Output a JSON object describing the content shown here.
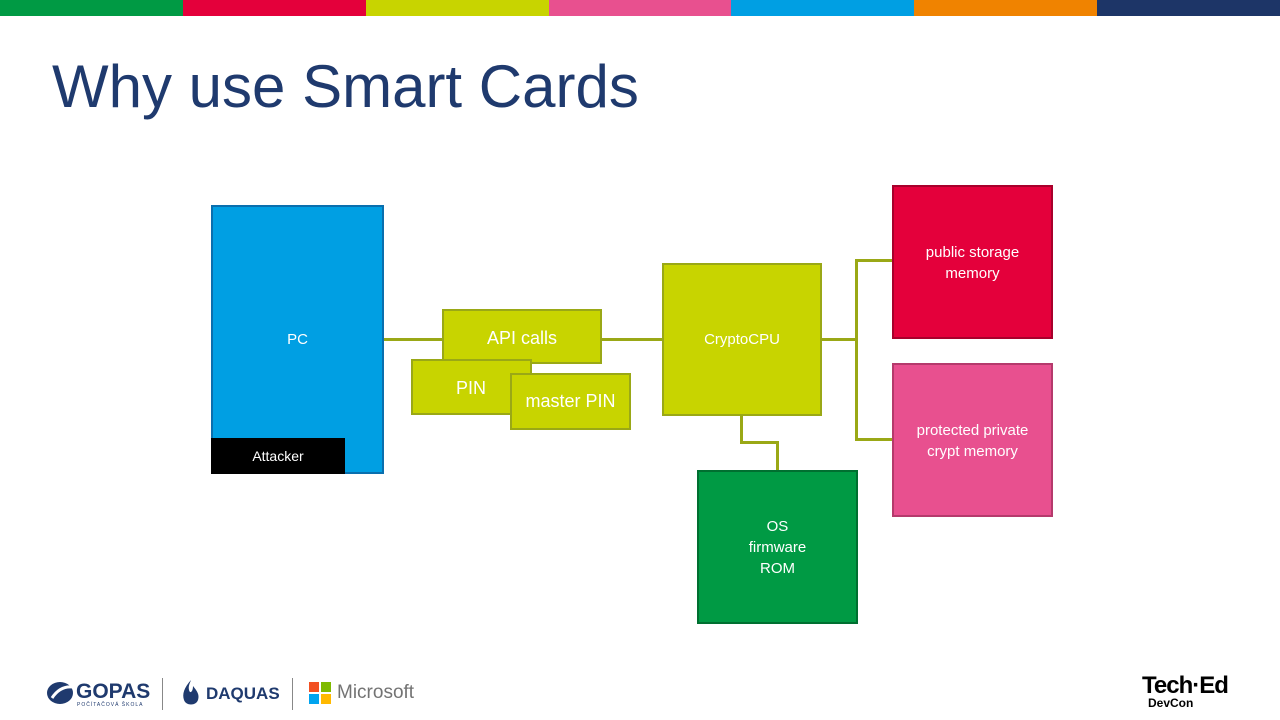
{
  "slide": {
    "title": "Why use Smart Cards",
    "bar_colors": [
      "#009a44",
      "#e4003b",
      "#c8d400",
      "#e8508f",
      "#009fe3",
      "#f08300",
      "#1d3567"
    ]
  },
  "diagram": {
    "pc": {
      "label": "PC",
      "color": "#009fe3"
    },
    "attacker": {
      "label": "Attacker",
      "color": "#000000"
    },
    "api_calls": {
      "label": "API calls",
      "color": "#c8d400"
    },
    "pin": {
      "label": "PIN",
      "color": "#c8d400"
    },
    "master_pin": {
      "label": "master PIN",
      "color": "#c8d400"
    },
    "cryptocpu": {
      "label": "CryptoCPU",
      "color": "#c8d400"
    },
    "public_storage": {
      "label": "public storage\nmemory",
      "color": "#e4003b"
    },
    "protected_private": {
      "label": "protected private\ncrypt memory",
      "color": "#e8508f"
    },
    "os_rom": {
      "label": "OS\nfirmware\nROM",
      "color": "#009a44"
    },
    "connector_color": "#9aa816"
  },
  "footer": {
    "gopas": "GOPAS",
    "gopas_sub": "POČÍTAČOVÁ ŠKOLA",
    "daquas": "DAQUAS",
    "microsoft": "Microsoft",
    "teched": "Tech·Ed",
    "devcon": "DevCon"
  }
}
